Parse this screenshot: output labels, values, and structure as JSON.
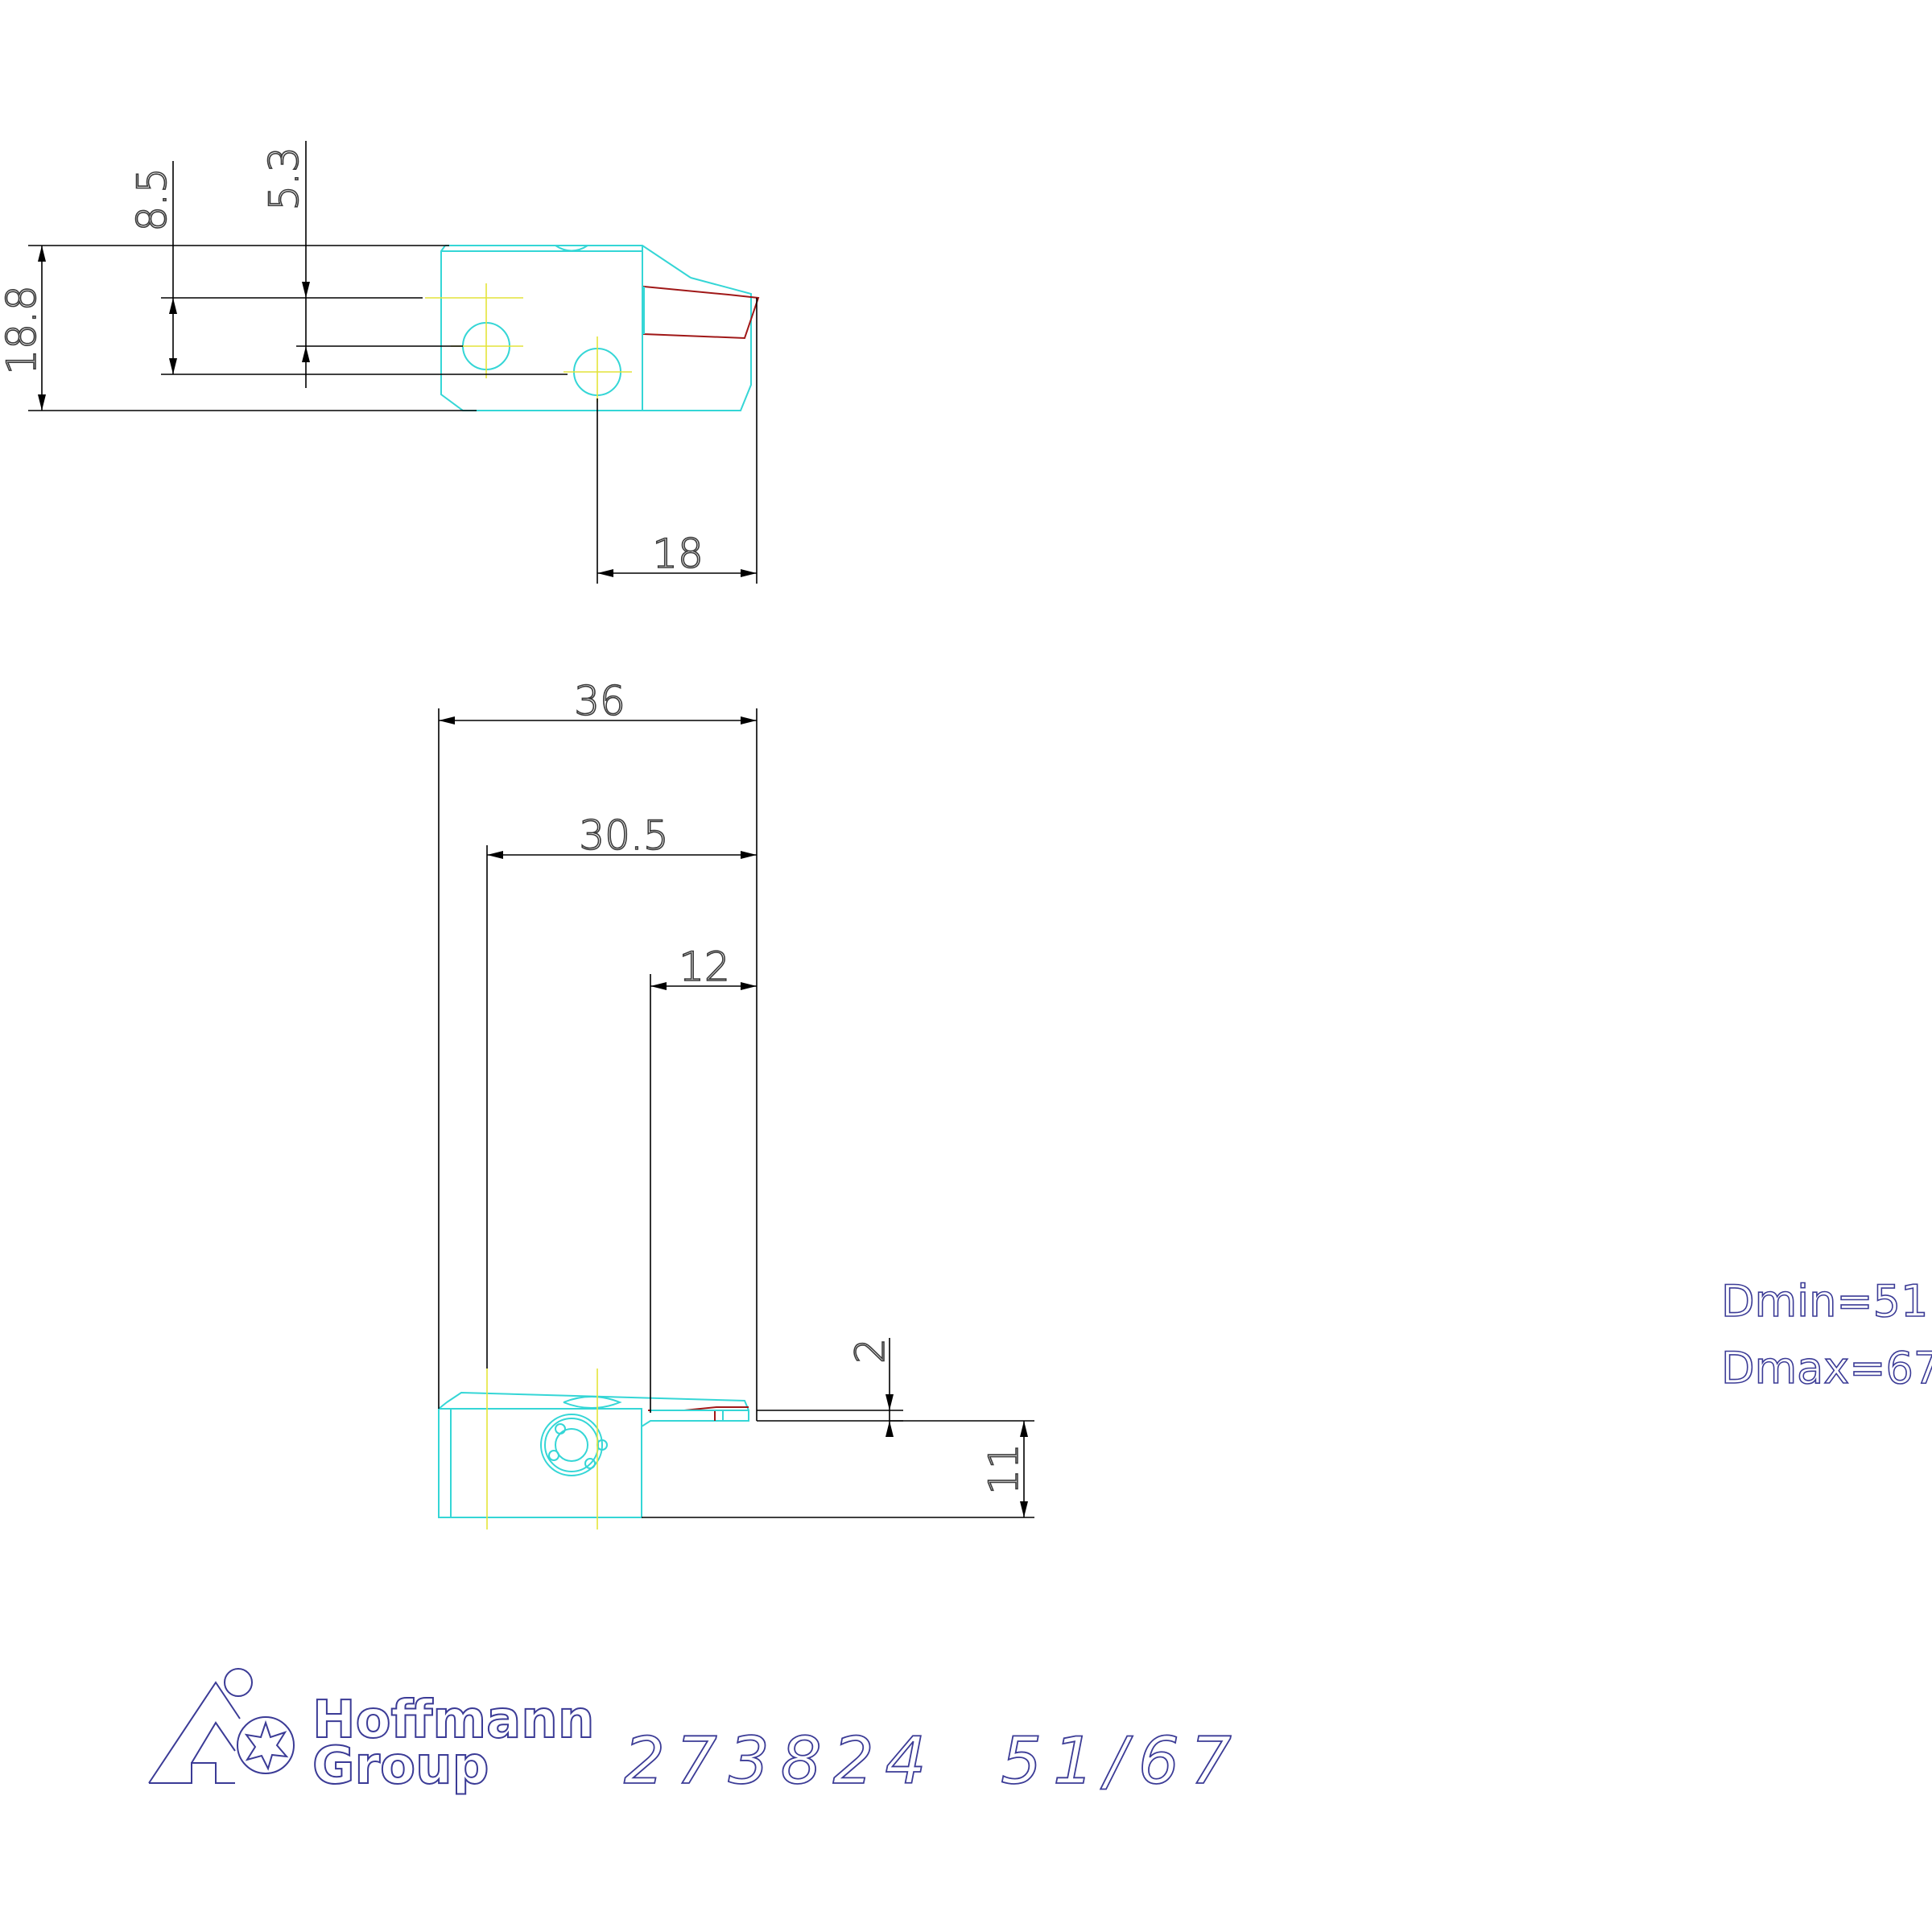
{
  "dimensions": {
    "height_total": "18.8",
    "offset_a": "8.5",
    "offset_b": "5.3",
    "width_top": "18",
    "length_total": "36",
    "length_b": "30.5",
    "length_c": "12",
    "gap": "2",
    "height_side": "11"
  },
  "notes": {
    "dmin": "Dmin=51",
    "dmax": "Dmax=67"
  },
  "title_block": {
    "logo_line1": "Hoffmann",
    "logo_line2": "Group",
    "part_number": "273824  51/67"
  },
  "colors": {
    "outline": "#35d6d6",
    "centerline": "#e4e43a",
    "dimension": "#000000",
    "cutting_edge": "#a01818",
    "annotation": "#3b3b96"
  }
}
